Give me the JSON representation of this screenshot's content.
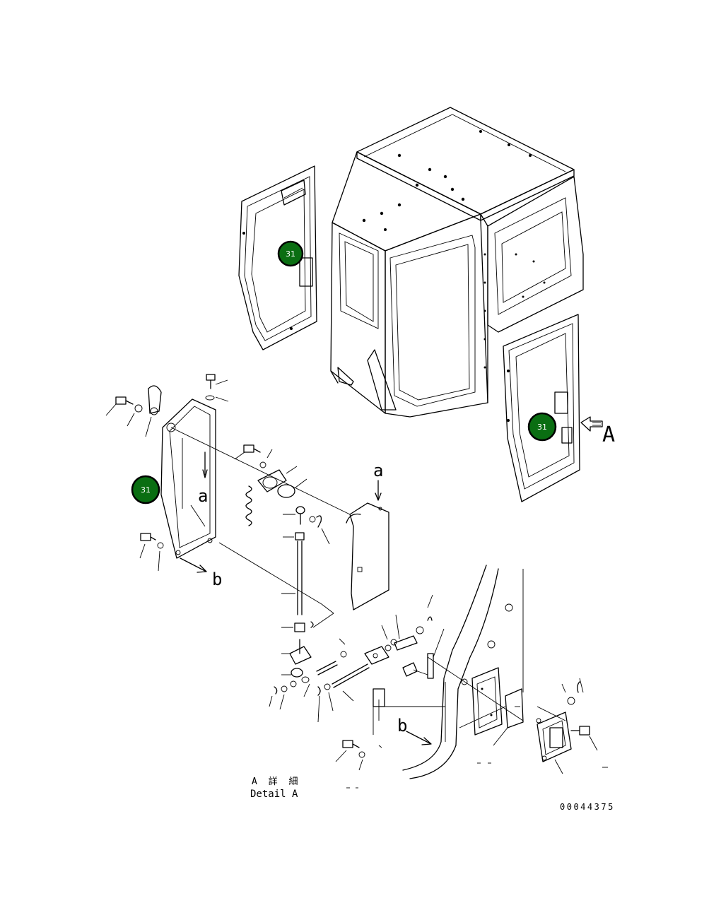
{
  "callouts": [
    {
      "id": "door-left",
      "label": "31"
    },
    {
      "id": "door-right",
      "label": "31"
    },
    {
      "id": "cover-plate",
      "label": "31"
    }
  ],
  "view_marker": {
    "letter": "A"
  },
  "ref_letters": {
    "a_lower": "a",
    "b_lower": "b"
  },
  "detail_caption": {
    "japanese": "A 詳 細",
    "english": "Detail A"
  },
  "drawing_number": "00044375",
  "colors": {
    "callout_fill": "#0a6e12",
    "callout_text": "#ffffff",
    "line": "#000000"
  }
}
